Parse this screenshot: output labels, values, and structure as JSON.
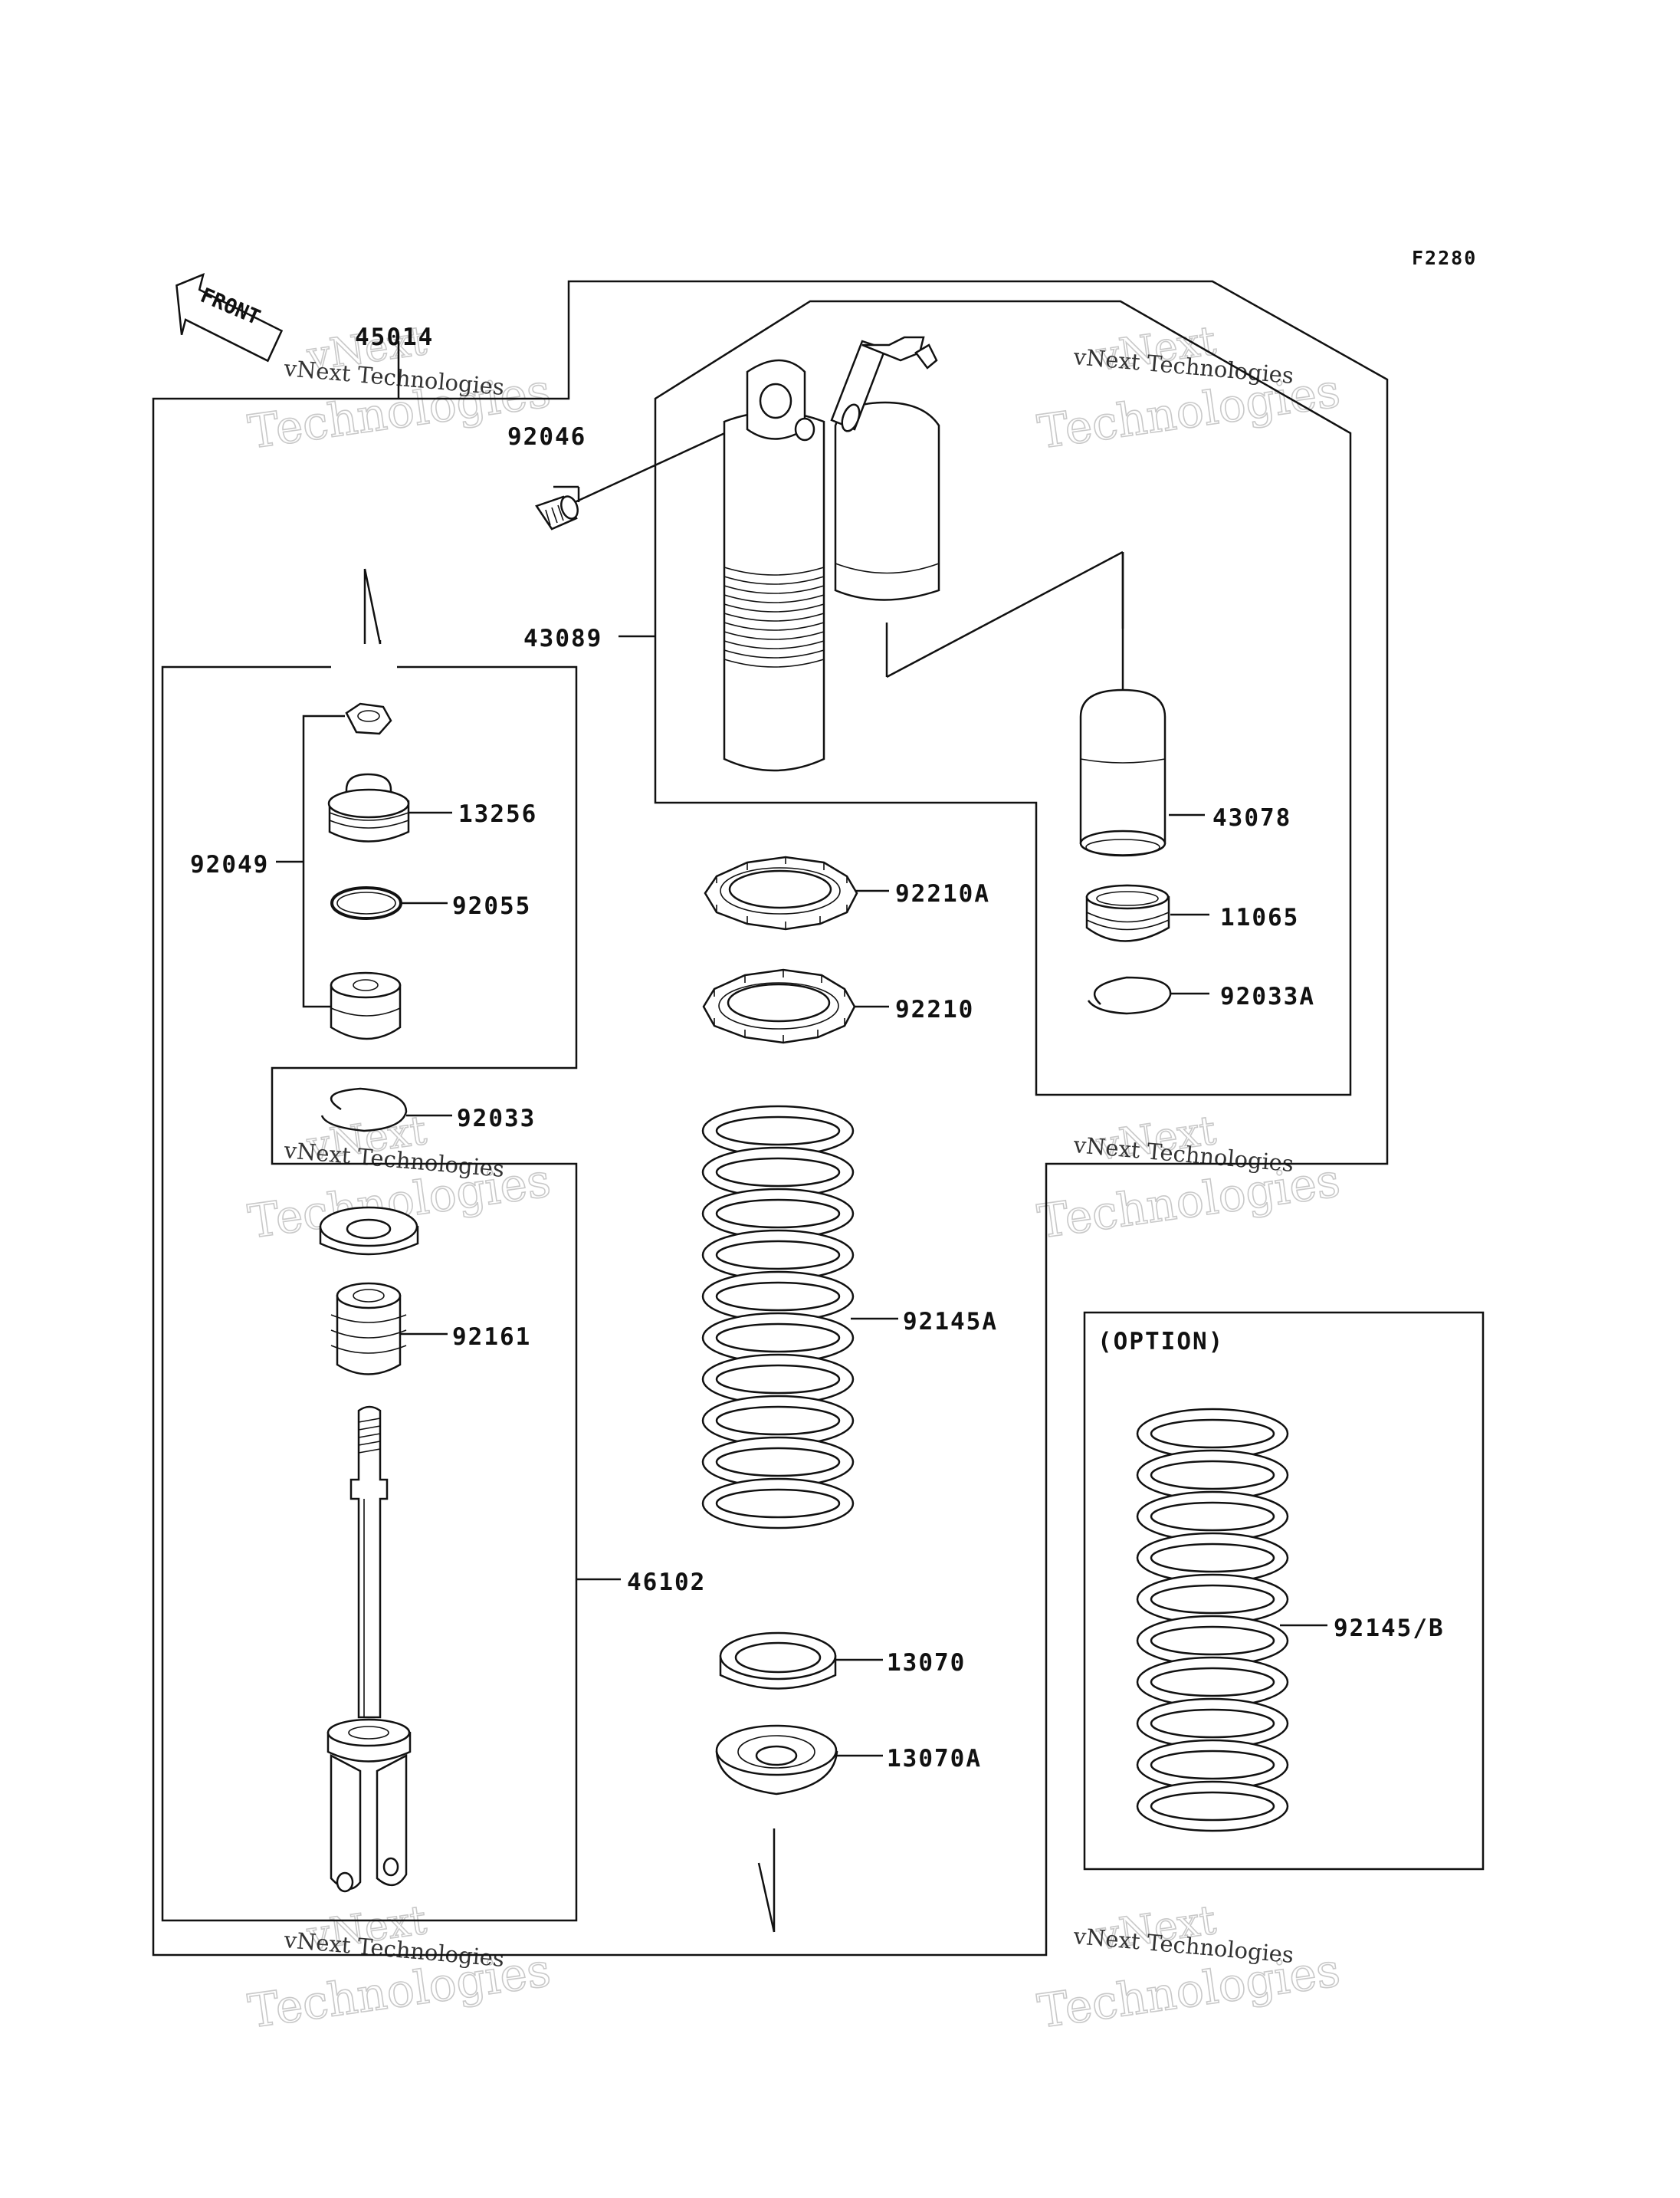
{
  "figure_code": "F2280",
  "front_label": "FRONT",
  "option_label": "(OPTION)",
  "watermark": {
    "line1": "vNext Technologies",
    "line2": "Technologies",
    "line3": "vNext"
  },
  "parts": {
    "p45014": "45014",
    "p92046": "92046",
    "p43089": "43089",
    "p43078": "43078",
    "p11065": "11065",
    "p92033A": "92033A",
    "p13256": "13256",
    "p92049": "92049",
    "p92055": "92055",
    "p92210A": "92210A",
    "p92210": "92210",
    "p92033": "92033",
    "p92161": "92161",
    "p92145A": "92145A",
    "p46102": "46102",
    "p13070": "13070",
    "p13070A": "13070A",
    "p92145B": "92145/B"
  }
}
